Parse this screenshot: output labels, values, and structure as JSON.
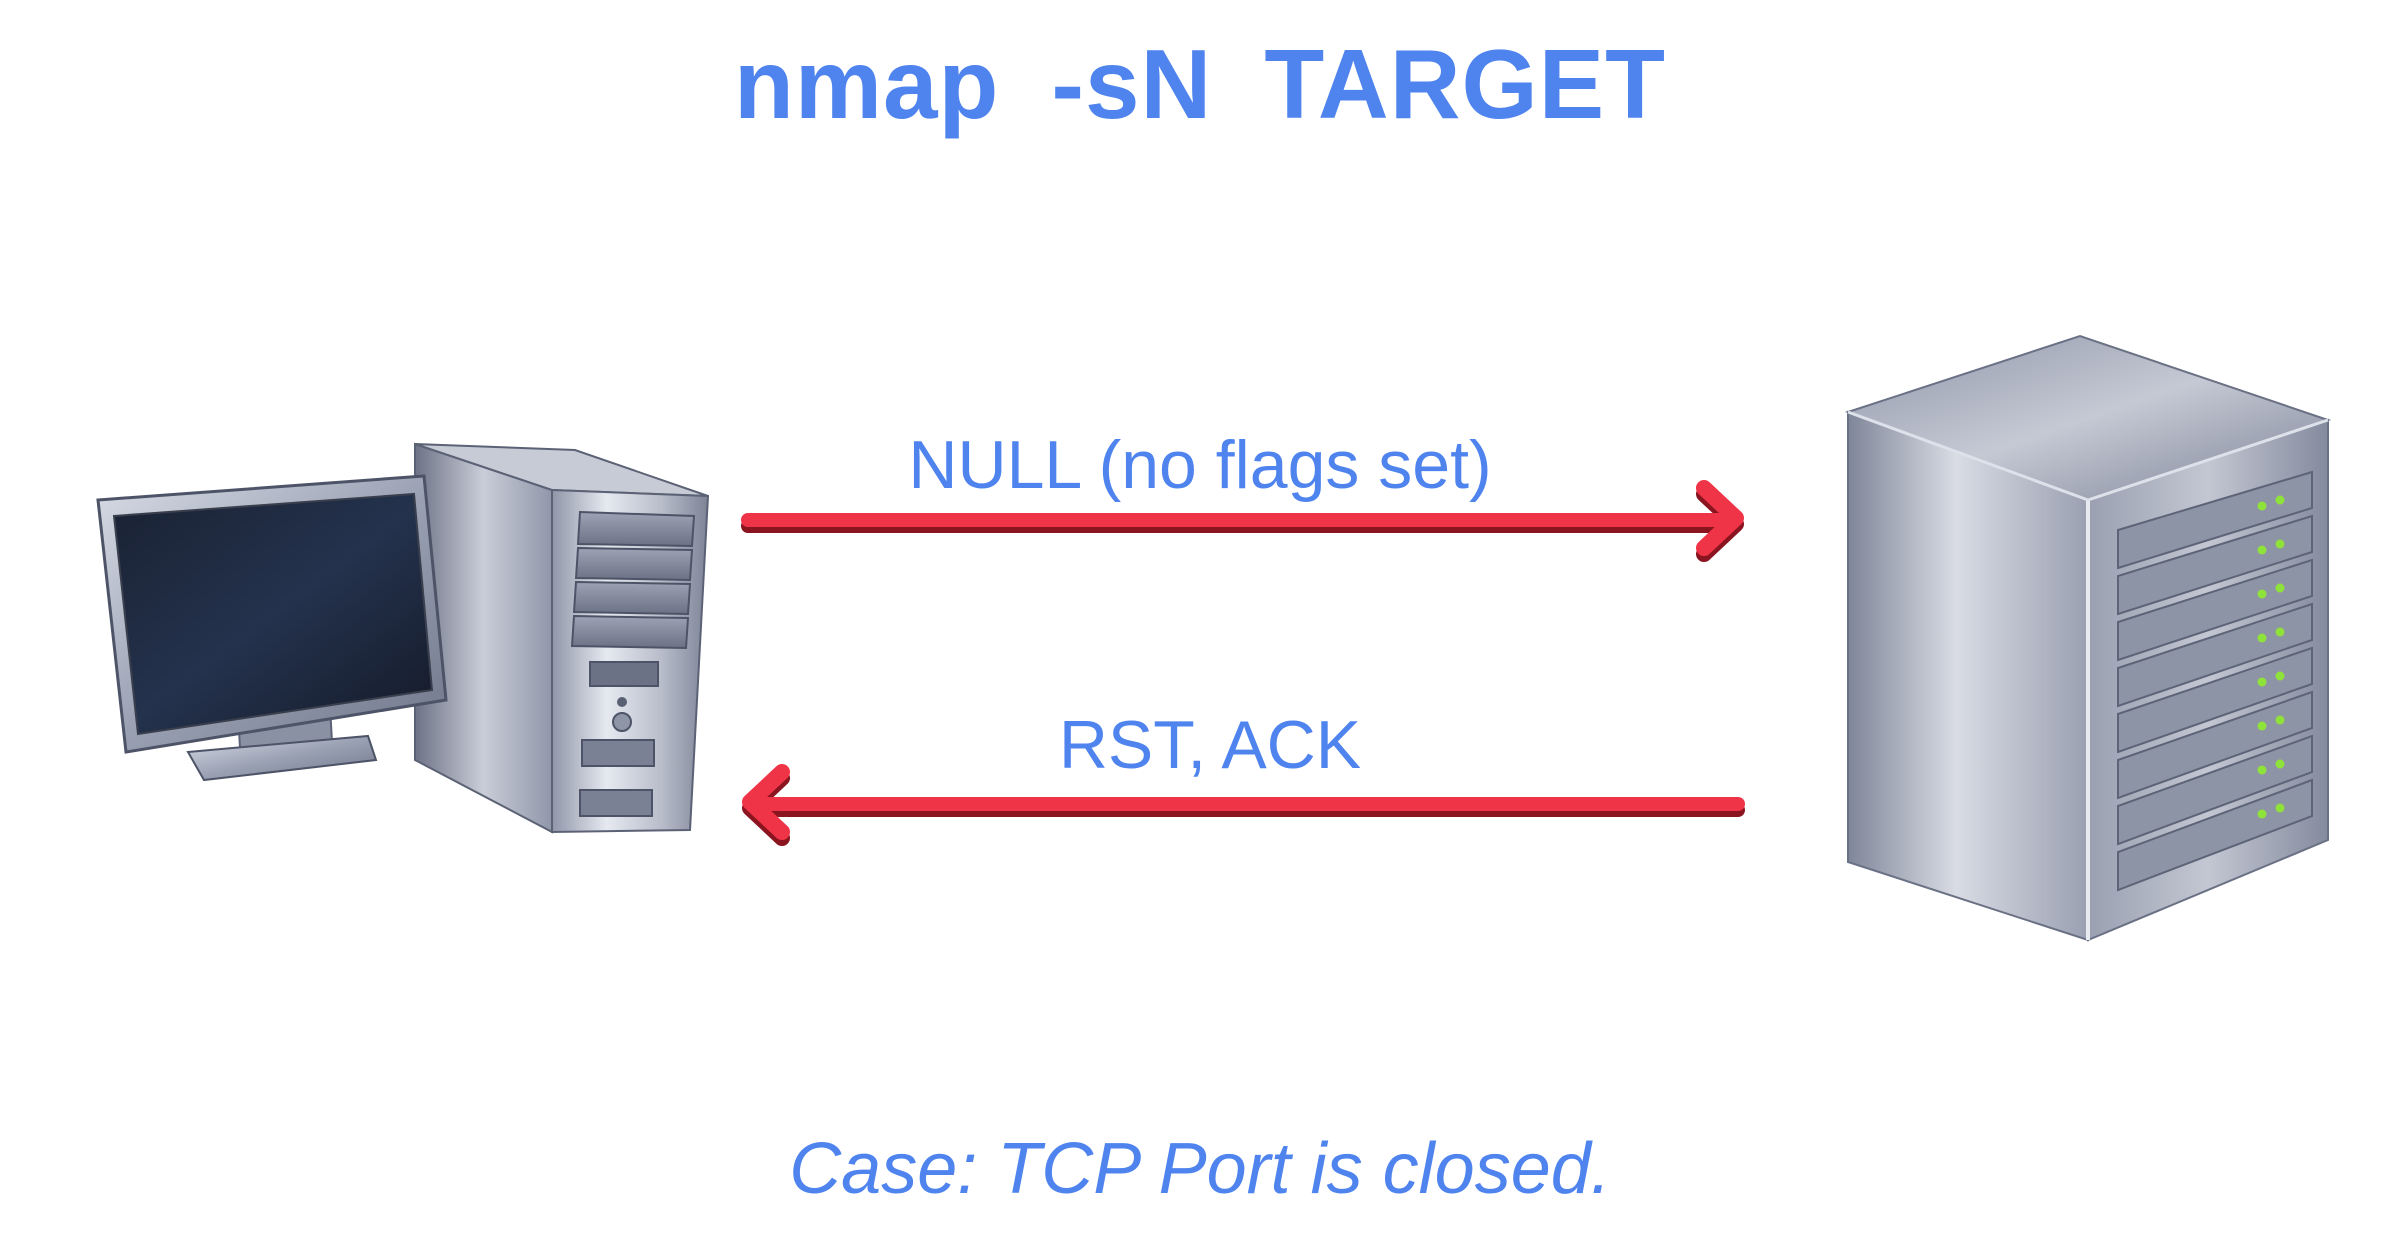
{
  "title": {
    "part1": "nmap",
    "part2": "-sN",
    "part3": "TARGET"
  },
  "messages": [
    {
      "label": "NULL (no flags set)",
      "direction": "client-to-server"
    },
    {
      "label": "RST, ACK",
      "direction": "server-to-client"
    }
  ],
  "caption": "Case: TCP Port is closed.",
  "nodes": {
    "client": "desktop-computer-icon",
    "server": "server-icon"
  },
  "colors": {
    "text": "#4f84ee",
    "arrow": "#f03447",
    "arrow_shadow": "#8a1420"
  }
}
